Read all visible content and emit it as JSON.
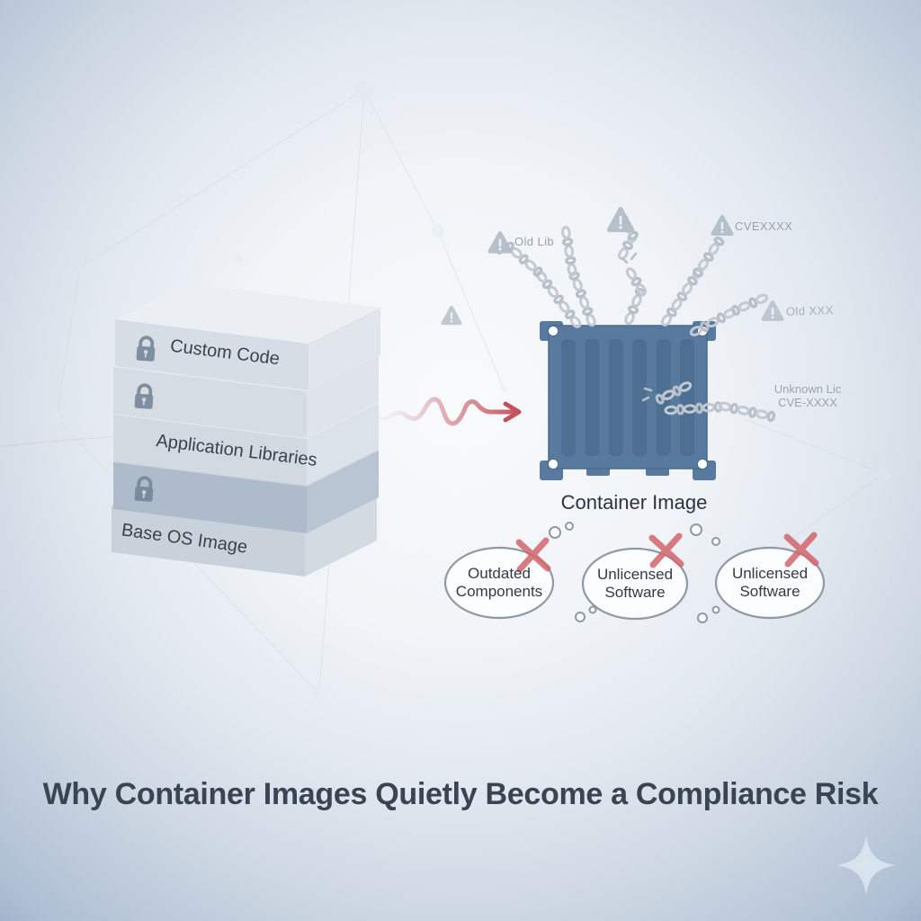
{
  "title": "Why Container Images Quietly Become a Compliance Risk",
  "stack": {
    "layers": [
      {
        "label": "Custom Code",
        "locked": true
      },
      {
        "label": "",
        "locked": true
      },
      {
        "label": "Application Libraries",
        "locked": false
      },
      {
        "label": "",
        "locked": true
      },
      {
        "label": "Base OS Image",
        "locked": false
      }
    ]
  },
  "container": {
    "label": "Container Image"
  },
  "warnings": [
    {
      "label": "Old Lib"
    },
    {
      "label": ""
    },
    {
      "label": "CVEXXXX"
    },
    {
      "label": "Old XXX"
    },
    {
      "label": ""
    }
  ],
  "license_note": {
    "line1": "Unknown Lic",
    "line2": "CVE-XXXX"
  },
  "bubbles": [
    {
      "line1": "Outdated",
      "line2": "Components"
    },
    {
      "line1": "Unlicensed",
      "line2": "Software"
    },
    {
      "line1": "Unlicensed",
      "line2": "Software"
    }
  ],
  "colors": {
    "accent_red": "#c4525c",
    "cross_red": "#d2666c",
    "container_blue": "#587a9e",
    "container_ridge_blue": "#4c6f92",
    "chain_gray": "#c3cad3",
    "warning_gray": "#b4bec9",
    "lock_gray": "#76869a",
    "bubble_border": "#8f99a4",
    "title_text": "#3b4453",
    "background_edge": "#97abc6",
    "background_center": "#f8fafc"
  },
  "icons": {
    "lock": "lock-icon",
    "warning": "warning-icon",
    "chain": "chain-icon",
    "container": "container-icon",
    "cross": "x-icon",
    "thought_bubble": "thought-bubble-icon",
    "sparkle": "sparkle-icon",
    "wavy_arrow": "wavy-arrow-icon"
  }
}
